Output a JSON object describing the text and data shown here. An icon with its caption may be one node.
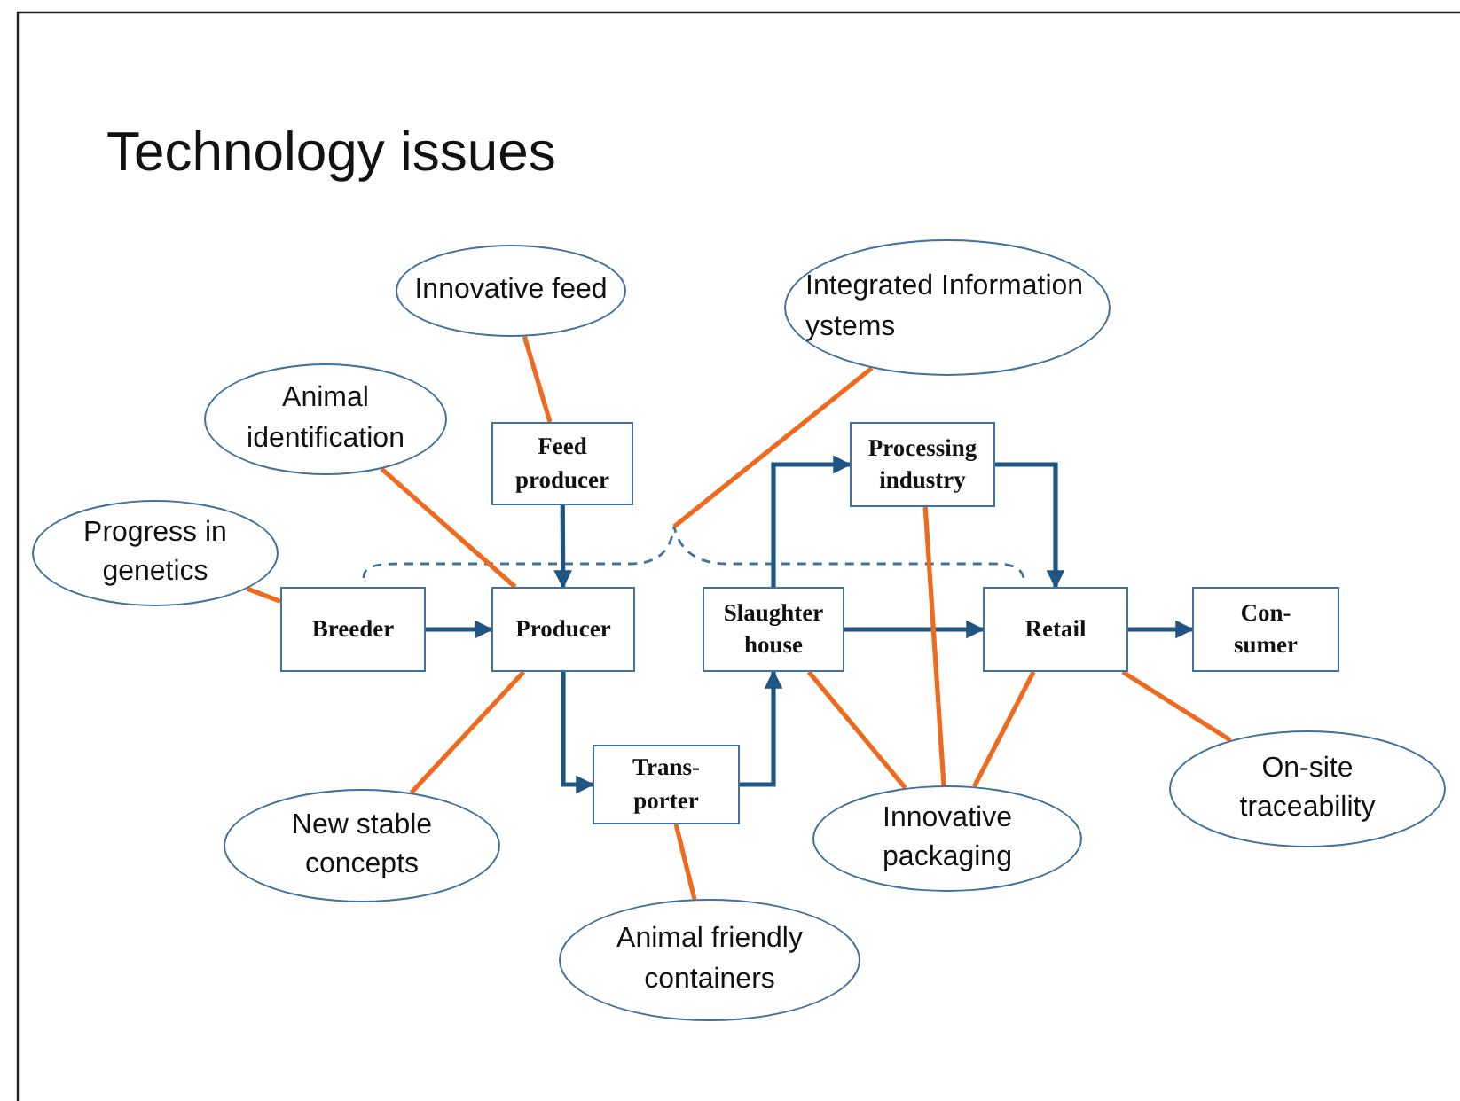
{
  "diagram": {
    "title": "Technology issues",
    "nodes": [
      {
        "text": [
          "Innovative feed"
        ]
      },
      {
        "text": [
          "Integrated Information ystems"
        ]
      },
      {
        "text": [
          "Animal identification"
        ]
      },
      {
        "text": [
          "Feed producer"
        ]
      },
      {
        "text": [
          "Processing industry"
        ]
      },
      {
        "text": [
          "Progress in genetics"
        ]
      },
      {
        "text": [
          "Breeder"
        ]
      },
      {
        "text": [
          "Producer"
        ]
      },
      {
        "text": [
          "Slaughter house"
        ]
      },
      {
        "text": [
          "Retail"
        ]
      },
      {
        "text": [
          "Con- sumer"
        ]
      },
      {
        "text": [
          "Trans- porter"
        ]
      },
      {
        "text": [
          "New stable concepts"
        ]
      },
      {
        "text": [
          "Innovative packaging"
        ]
      },
      {
        "text": [
          "On-site traceability"
        ]
      },
      {
        "text": [
          "Animal friendly containers"
        ]
      }
    ],
    "edges": [
      {
        "from": 0,
        "to": 3,
        "arrow": "none"
      },
      {
        "from": 1,
        "to": null,
        "arrow": "none"
      },
      {
        "from": 2,
        "to": 7,
        "arrow": "none"
      },
      {
        "from": 5,
        "to": 6,
        "arrow": "none"
      },
      {
        "from": 3,
        "to": 7,
        "arrow": "to",
        "color": "#1f5582"
      },
      {
        "from": 6,
        "to": 7,
        "arrow": "to",
        "color": "#1f5582"
      },
      {
        "from": 7,
        "to": 11,
        "arrow": "to",
        "color": "#1f5582"
      },
      {
        "from": 11,
        "to": 8,
        "arrow": "to",
        "color": "#1f5582"
      },
      {
        "from": 8,
        "to": 4,
        "arrow": "to",
        "color": "#1f5582"
      },
      {
        "from": 4,
        "to": 9,
        "arrow": "to",
        "color": "#1f5582"
      },
      {
        "from": 8,
        "to": 9,
        "arrow": "to",
        "color": "#1f5582"
      },
      {
        "from": 9,
        "to": 10,
        "arrow": "to",
        "color": "#1f5582"
      },
      {
        "from": 12,
        "to": 7,
        "arrow": "none"
      },
      {
        "from": 15,
        "to": 11,
        "arrow": "none"
      },
      {
        "from": 13,
        "to": 8,
        "arrow": "none"
      },
      {
        "from": 13,
        "to": 4,
        "arrow": "none"
      },
      {
        "from": 13,
        "to": 9,
        "arrow": "none"
      },
      {
        "from": 14,
        "to": 9,
        "arrow": "none"
      }
    ]
  }
}
